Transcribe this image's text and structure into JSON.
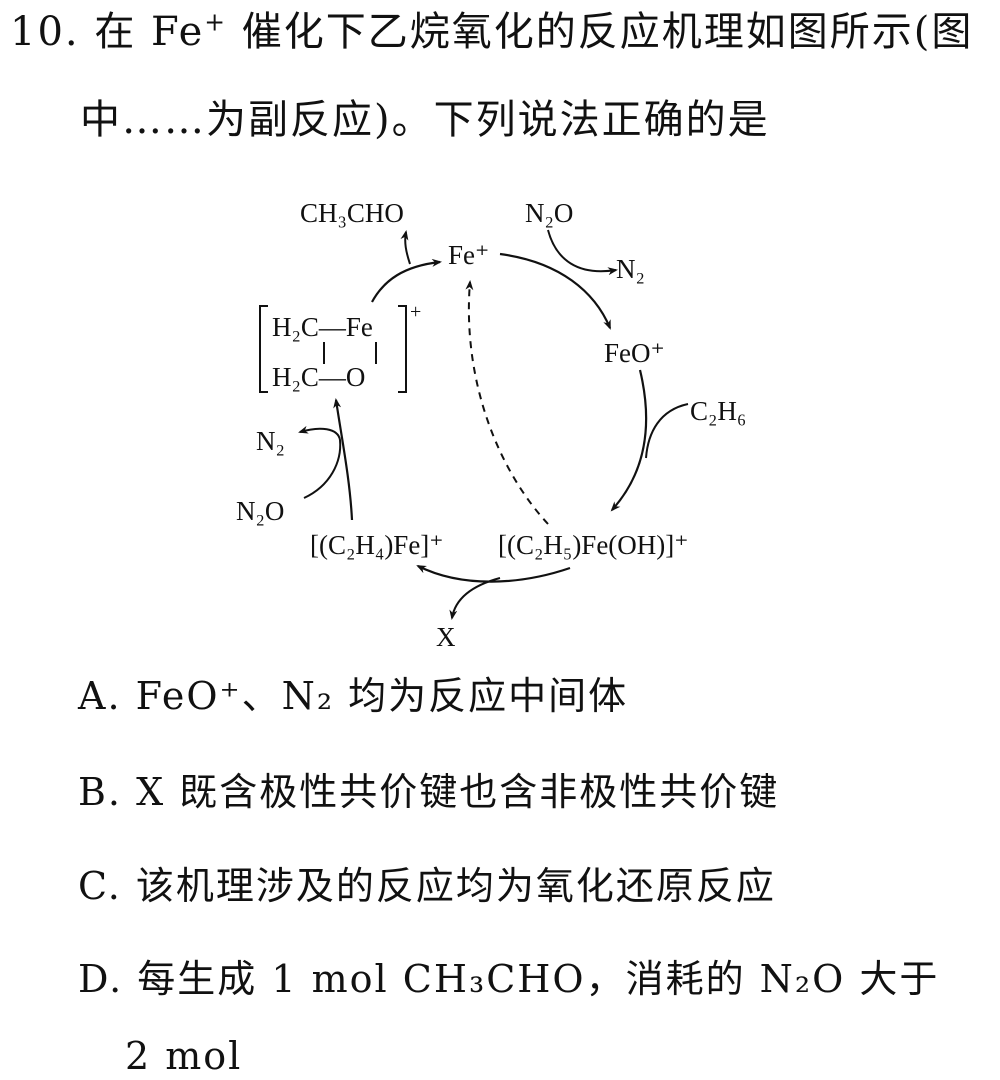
{
  "question": {
    "number": "10.",
    "line1_pre": "在 Fe",
    "line1_sup": "+",
    "line1_post": "催化下乙烷氧化的反应机理如图所示(图",
    "line2": "中……为副反应)。下列说法正确的是"
  },
  "scheme": {
    "ch3cho": "CH₃CHO",
    "fe_plus": "Fe⁺",
    "n2o_top": "N₂O",
    "n2_top": "N₂",
    "feo_plus": "FeO⁺",
    "c2h6": "C₂H₆",
    "c2h5feoh": "[(C₂H₅)Fe(OH)]⁺",
    "c2h4fe": "[(C₂H₄)Fe]⁺",
    "x": "X",
    "n2o_left": "N₂O",
    "n2_left": "N₂",
    "ring_top_left": "H₂C—Fe",
    "ring_bottom_left": "H₂C—O",
    "ring_charge": "+"
  },
  "options": {
    "a": "A. FeO⁺、N₂ 均为反应中间体",
    "b": "B. X 既含极性共价键也含非极性共价键",
    "c": "C. 该机理涉及的反应均为氧化还原反应",
    "d1": "D. 每生成 1 mol CH₃CHO，消耗的 N₂O 大于",
    "d2": "2 mol"
  }
}
